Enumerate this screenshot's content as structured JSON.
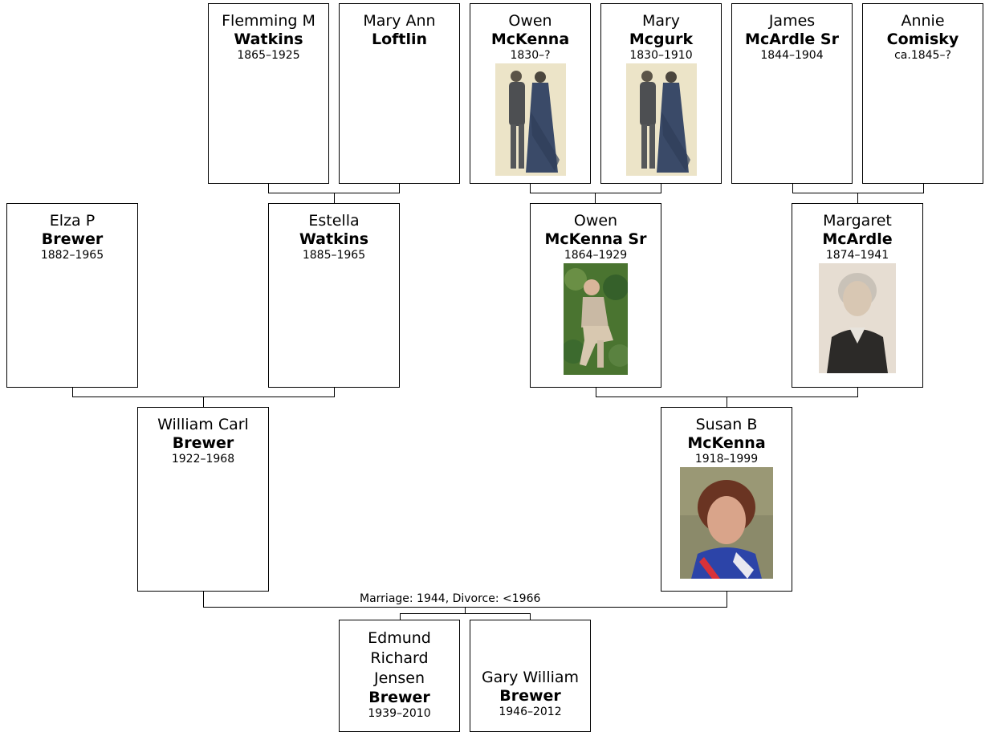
{
  "people": {
    "flemming_watkins": {
      "given": "Flemming M",
      "surname": "Watkins",
      "dates": "1865–1925"
    },
    "mary_ann_loftlin": {
      "given": "Mary Ann",
      "surname": "Loftlin",
      "dates": ""
    },
    "owen_mckenna": {
      "given": "Owen",
      "surname": "McKenna",
      "dates": "1830–?"
    },
    "mary_mcgurk": {
      "given": "Mary",
      "surname": "Mcgurk",
      "dates": "1830–1910"
    },
    "james_mcardle_sr": {
      "given": "James",
      "surname": "McArdle Sr",
      "dates": "1844–1904"
    },
    "annie_comisky": {
      "given": "Annie",
      "surname": "Comisky",
      "dates": "ca.1845–?"
    },
    "elza_brewer": {
      "given": "Elza P",
      "surname": "Brewer",
      "dates": "1882–1965"
    },
    "estella_watkins": {
      "given": "Estella",
      "surname": "Watkins",
      "dates": "1885–1965"
    },
    "owen_mckenna_sr": {
      "given": "Owen",
      "surname": "McKenna Sr",
      "dates": "1864–1929"
    },
    "margaret_mcardle": {
      "given": "Margaret",
      "surname": "McArdle",
      "dates": "1874–1941"
    },
    "william_brewer": {
      "given": "William Carl",
      "surname": "Brewer",
      "dates": "1922–1968"
    },
    "susan_mckenna": {
      "given": "Susan B",
      "surname": "McKenna",
      "dates": "1918–1999"
    },
    "edmund_brewer": {
      "given": "Edmund Richard Jensen",
      "surname": "Brewer",
      "dates": "1939–2010"
    },
    "gary_brewer": {
      "given": "Gary William",
      "surname": "Brewer",
      "dates": "1946–2012"
    }
  },
  "unions": {
    "william_susan": "Marriage: 1944, Divorce: <1966"
  },
  "colors": {
    "line": "#000000",
    "photo_sepia": "#e9e1c6",
    "photo_green": "#3e6a2c"
  }
}
